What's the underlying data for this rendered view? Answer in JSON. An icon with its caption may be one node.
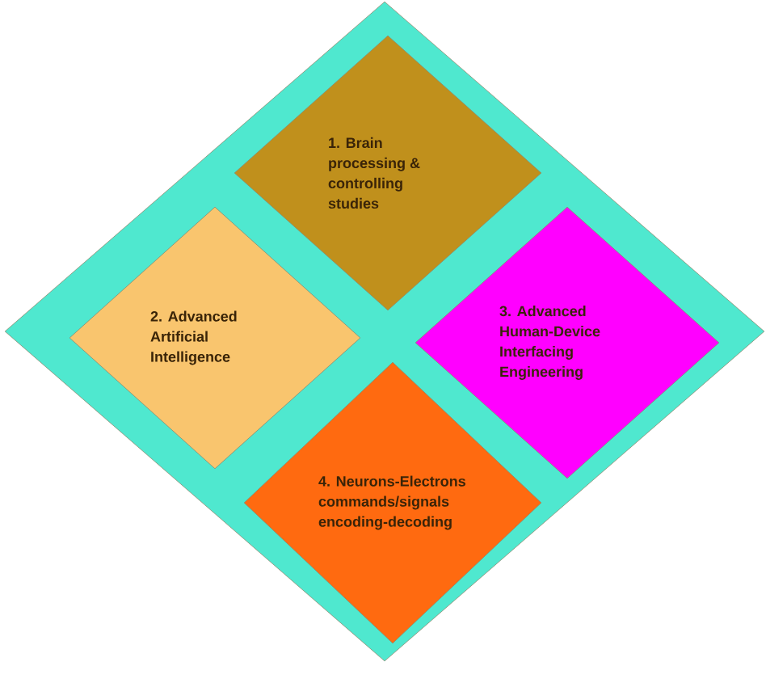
{
  "diagram": {
    "nodes": [
      {
        "text": [],
        "shape": "diamond"
      },
      {
        "text": [
          "1. Brain processing & controlling studies"
        ],
        "in": 0
      },
      {
        "text": [
          "2. Advanced Artificial Intelligence"
        ],
        "in": 0
      },
      {
        "text": [
          "3. Advanced Human-Device Interfacing Engineering"
        ],
        "in": 0
      },
      {
        "text": [
          "4. Neurons-Electrons commands/signals encoding-decoding"
        ],
        "in": 0
      }
    ]
  }
}
